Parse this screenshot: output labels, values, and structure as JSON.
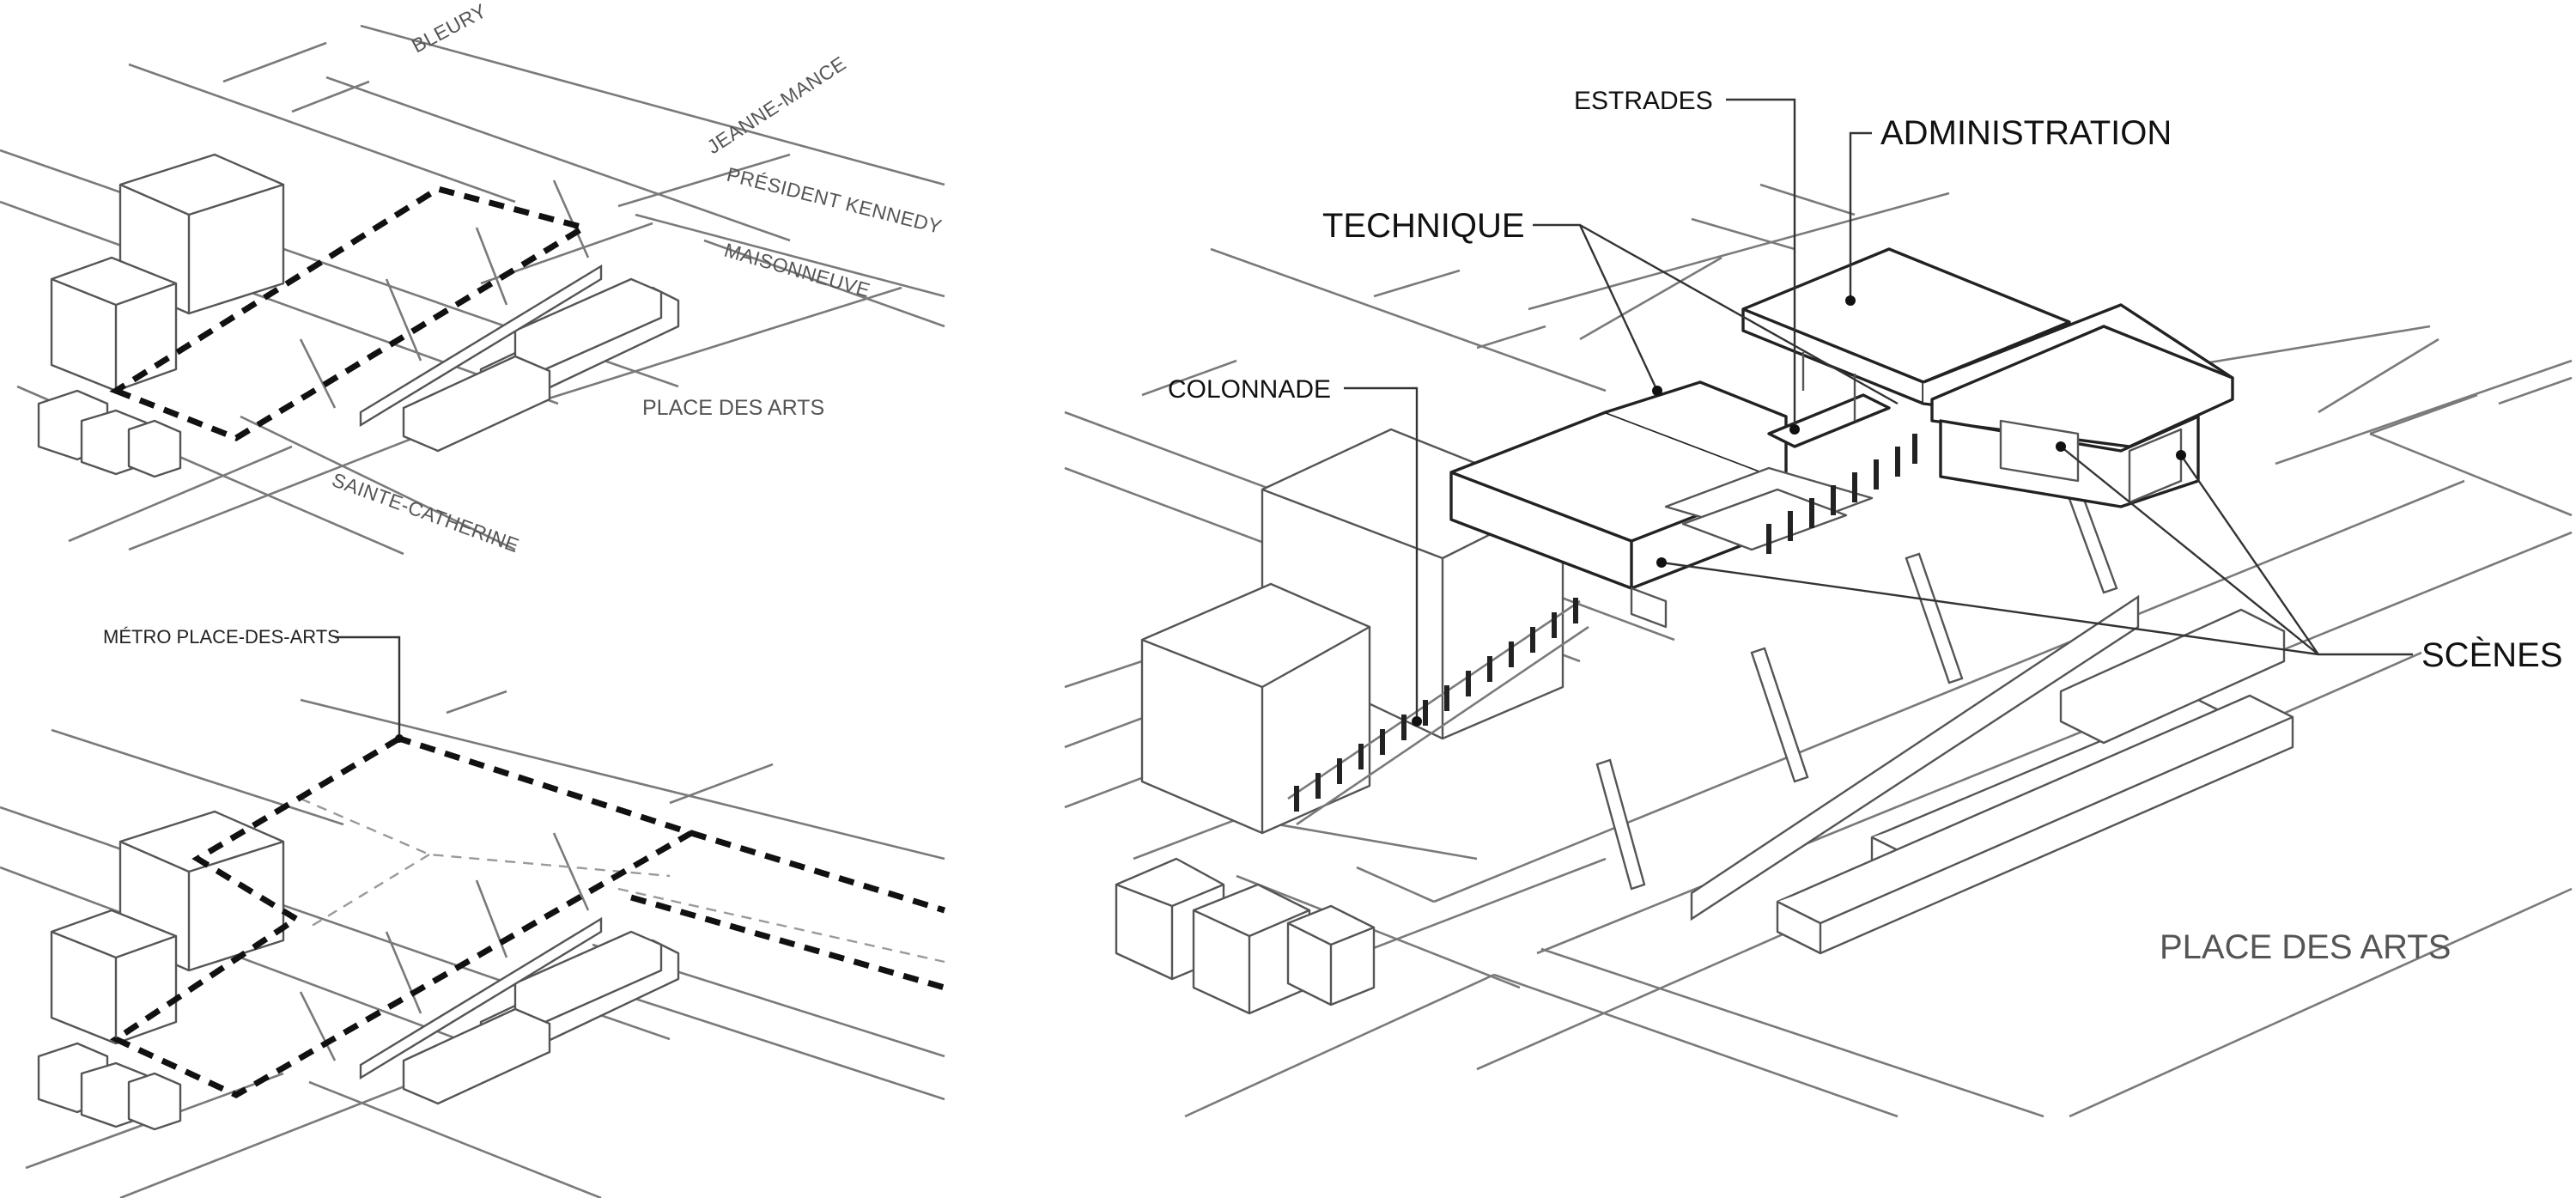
{
  "top_left_plan": {
    "streets": [
      "BLEURY",
      "JEANNE-MANCE",
      "PRÉSIDENT KENNEDY",
      "MAISONNEUVE",
      "SAINTE-CATHERINE"
    ],
    "place_label": "PLACE DES ARTS"
  },
  "bottom_left_plan": {
    "metro_label": "MÉTRO PLACE-DES-ARTS"
  },
  "main_axonometric": {
    "labels": {
      "estrades": "ESTRADES",
      "administration": "ADMINISTRATION",
      "technique": "TECHNIQUE",
      "colonnade": "COLONNADE",
      "scenes": "SCÈNES",
      "place": "PLACE DES ARTS"
    }
  },
  "colors": {
    "line": "#555555",
    "street": "#7a7a7a",
    "ink": "#111111",
    "background": "#ffffff"
  }
}
